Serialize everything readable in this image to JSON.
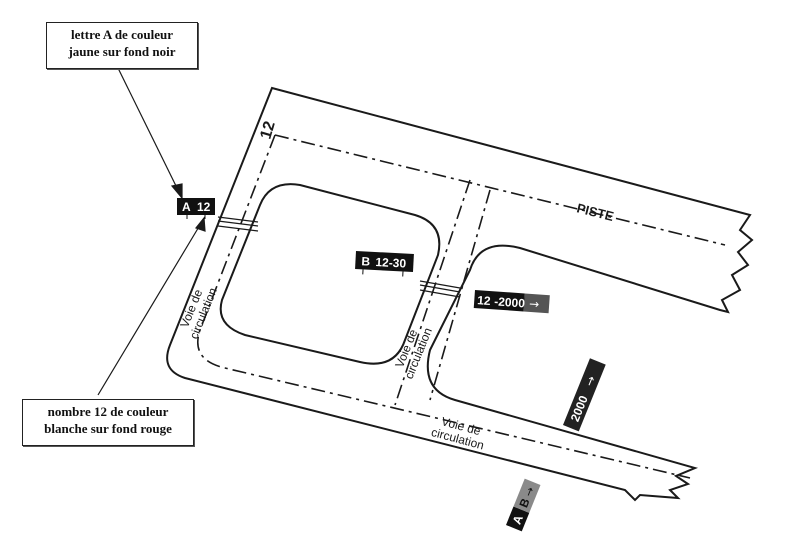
{
  "callouts": {
    "top": {
      "line1": "lettre A de couleur",
      "line2": "jaune sur fond noir"
    },
    "bottom": {
      "line1": "nombre 12 de couleur",
      "line2": "blanche sur fond rouge"
    }
  },
  "labels": {
    "runway": "PISTE",
    "runway_designator": "12",
    "taxiway_left_line1": "Voie de",
    "taxiway_left_line2": "circulation",
    "taxiway_middle_line1": "Voie de",
    "taxiway_middle_line2": "circulation",
    "taxiway_bottom_line1": "Voie de",
    "taxiway_bottom_line2": "circulation"
  },
  "signs": {
    "sign_a12": {
      "location": "A",
      "runway": "12"
    },
    "sign_b1230": {
      "location": "B",
      "runway": "12-30"
    },
    "sign_122000": {
      "runway": "12",
      "distance": "2000",
      "arrow": "→"
    },
    "sign_2000": {
      "distance": "2000",
      "arrow": "→"
    },
    "sign_ab": {
      "location": "A",
      "direction": "B",
      "arrow": "→"
    }
  },
  "colors": {
    "ink": "#1a1a1a",
    "sign_black": "#111111",
    "sign_grey": "#8a8a8a",
    "callout_border": "#222222"
  }
}
